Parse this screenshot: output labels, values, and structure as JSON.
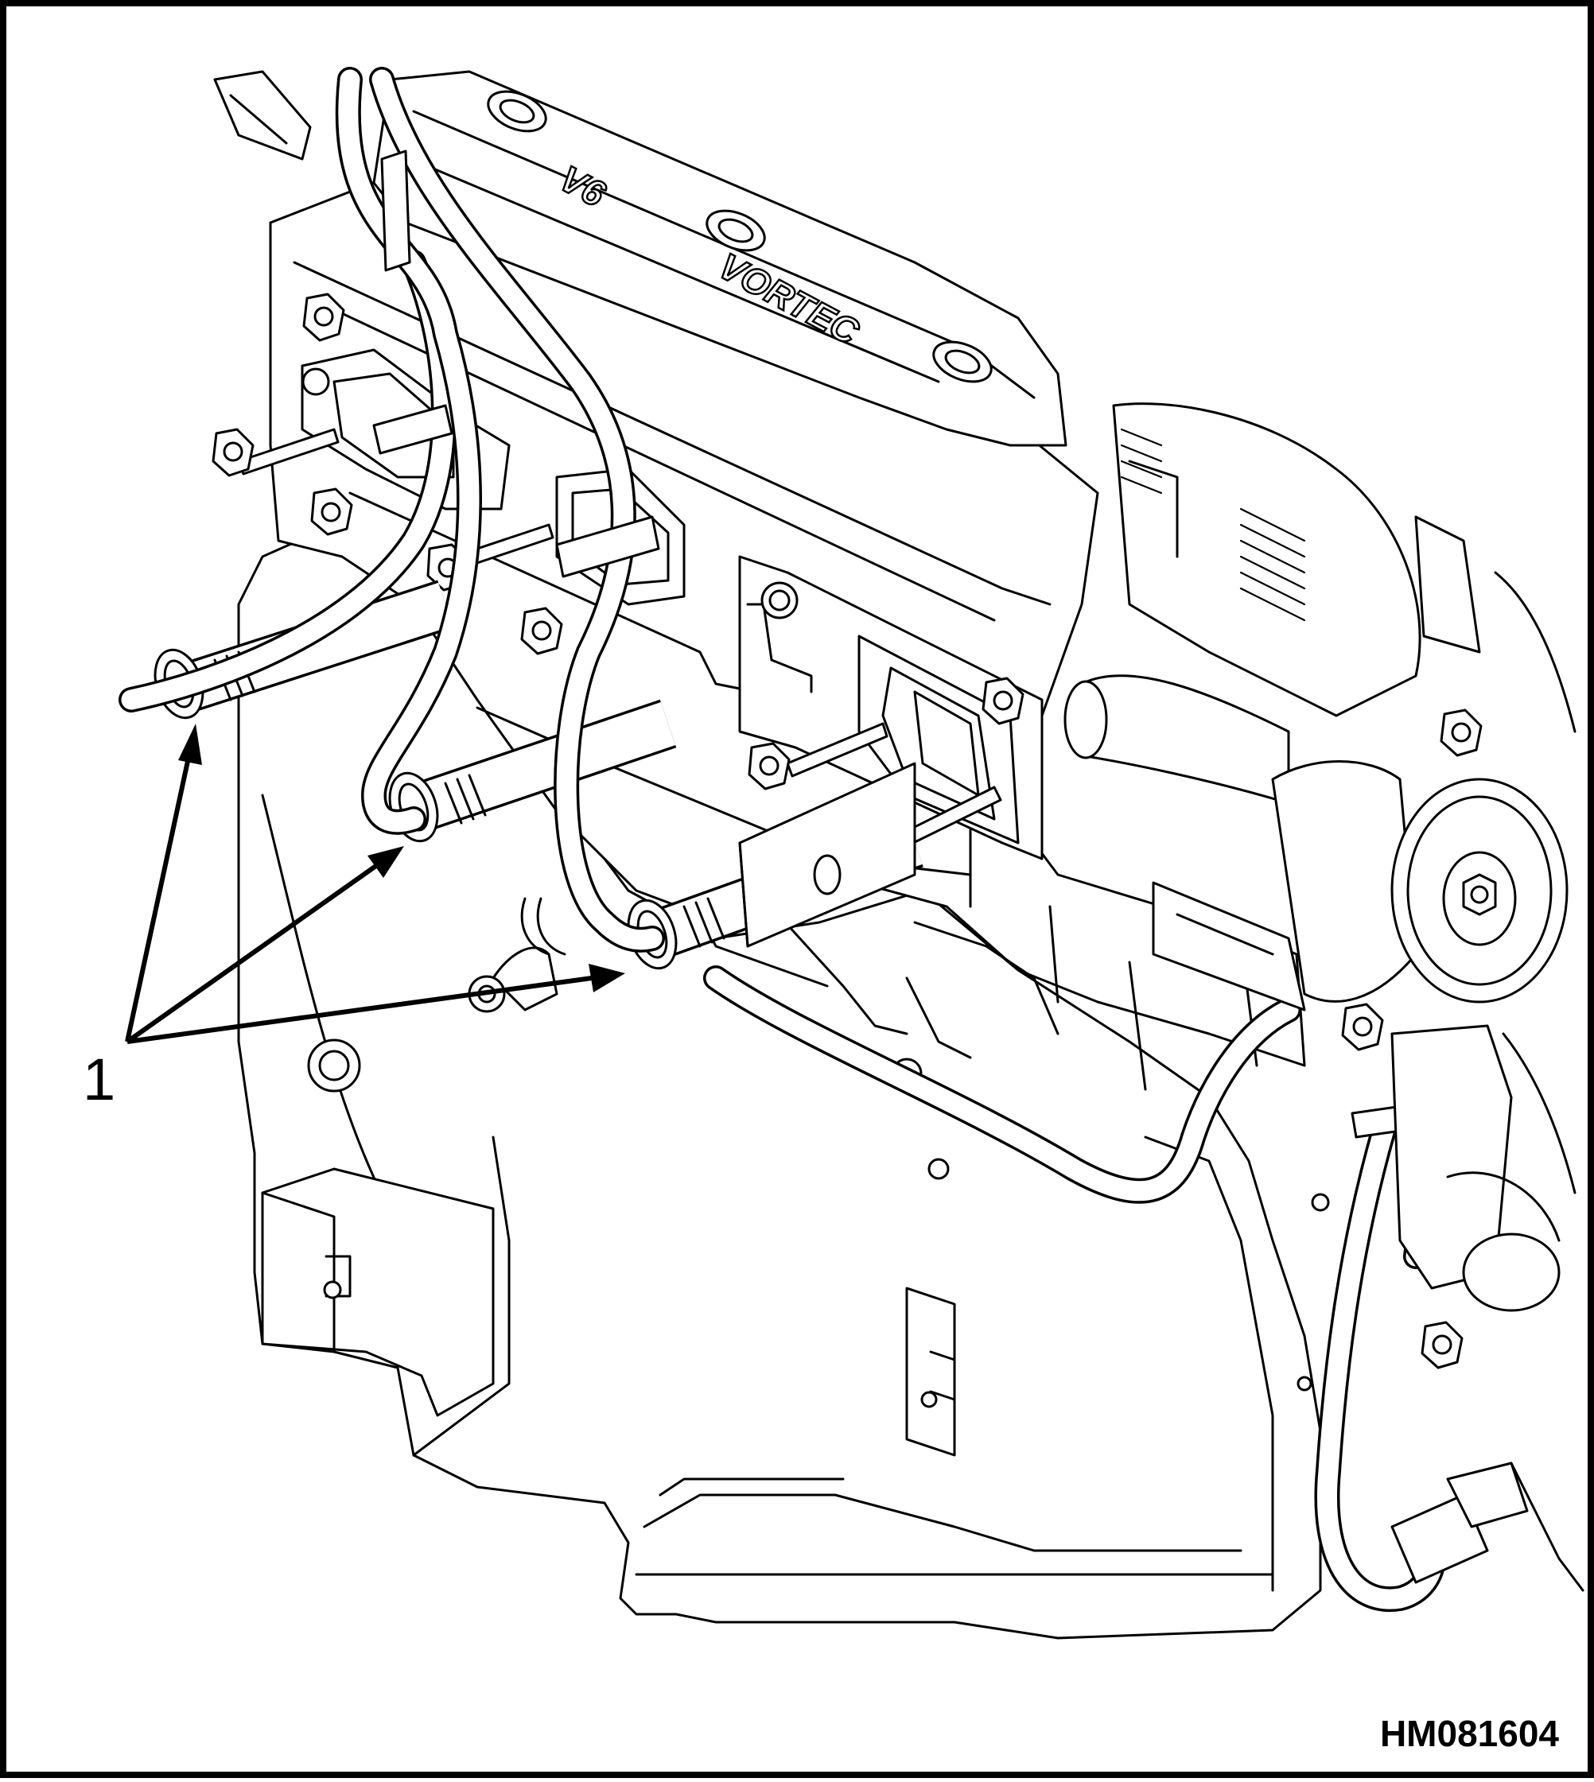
{
  "figure": {
    "figure_id": "HM081604",
    "callout_label": "1",
    "embossed_text": {
      "valve_cover_top": "V6",
      "valve_cover_brand": "VORTEC"
    },
    "colors": {
      "line": "#000000",
      "background": "#ffffff",
      "border": "#000000"
    }
  }
}
